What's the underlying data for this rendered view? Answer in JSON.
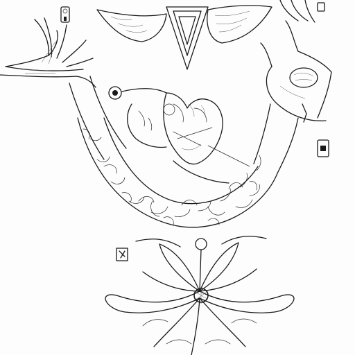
{
  "image": {
    "kind": "line-art illustration",
    "colors": {
      "ink": "#1a1a1a",
      "paper": "#fdfdfd"
    },
    "motifs": [
      "winged-shield",
      "reaching-hand-left",
      "open-hand-right",
      "anatomical-heart",
      "ornate-arch",
      "lotus-flower"
    ]
  }
}
